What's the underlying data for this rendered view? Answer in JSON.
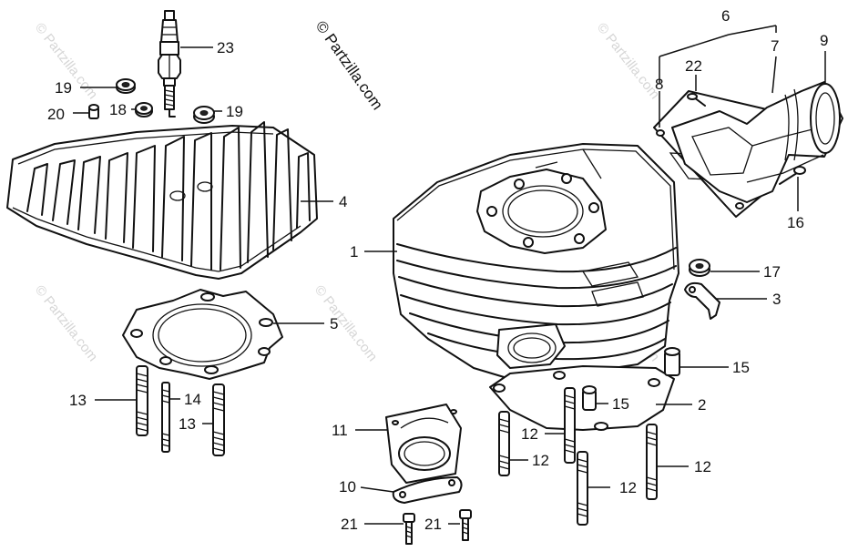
{
  "copyright": "© Partzilla.com",
  "watermark_text": "© Partzilla.com",
  "callouts": [
    {
      "id": "label-23",
      "text": "23"
    },
    {
      "id": "label-19-left",
      "text": "19"
    },
    {
      "id": "label-20",
      "text": "20"
    },
    {
      "id": "label-18",
      "text": "18"
    },
    {
      "id": "label-19-right",
      "text": "19"
    },
    {
      "id": "label-4",
      "text": "4"
    },
    {
      "id": "label-5",
      "text": "5"
    },
    {
      "id": "label-13-left",
      "text": "13"
    },
    {
      "id": "label-14",
      "text": "14"
    },
    {
      "id": "label-13-right",
      "text": "13"
    },
    {
      "id": "label-1",
      "text": "1"
    },
    {
      "id": "label-6",
      "text": "6"
    },
    {
      "id": "label-7",
      "text": "7"
    },
    {
      "id": "label-8",
      "text": "8"
    },
    {
      "id": "label-9",
      "text": "9"
    },
    {
      "id": "label-22",
      "text": "22"
    },
    {
      "id": "label-16",
      "text": "16"
    },
    {
      "id": "label-17",
      "text": "17"
    },
    {
      "id": "label-3",
      "text": "3"
    },
    {
      "id": "label-15-right",
      "text": "15"
    },
    {
      "id": "label-15-center",
      "text": "15"
    },
    {
      "id": "label-2",
      "text": "2"
    },
    {
      "id": "label-11",
      "text": "11"
    },
    {
      "id": "label-12-a",
      "text": "12"
    },
    {
      "id": "label-12-b",
      "text": "12"
    },
    {
      "id": "label-12-c",
      "text": "12"
    },
    {
      "id": "label-12-d",
      "text": "12"
    },
    {
      "id": "label-10",
      "text": "10"
    },
    {
      "id": "label-21-left",
      "text": "21"
    },
    {
      "id": "label-21-right",
      "text": "21"
    }
  ]
}
